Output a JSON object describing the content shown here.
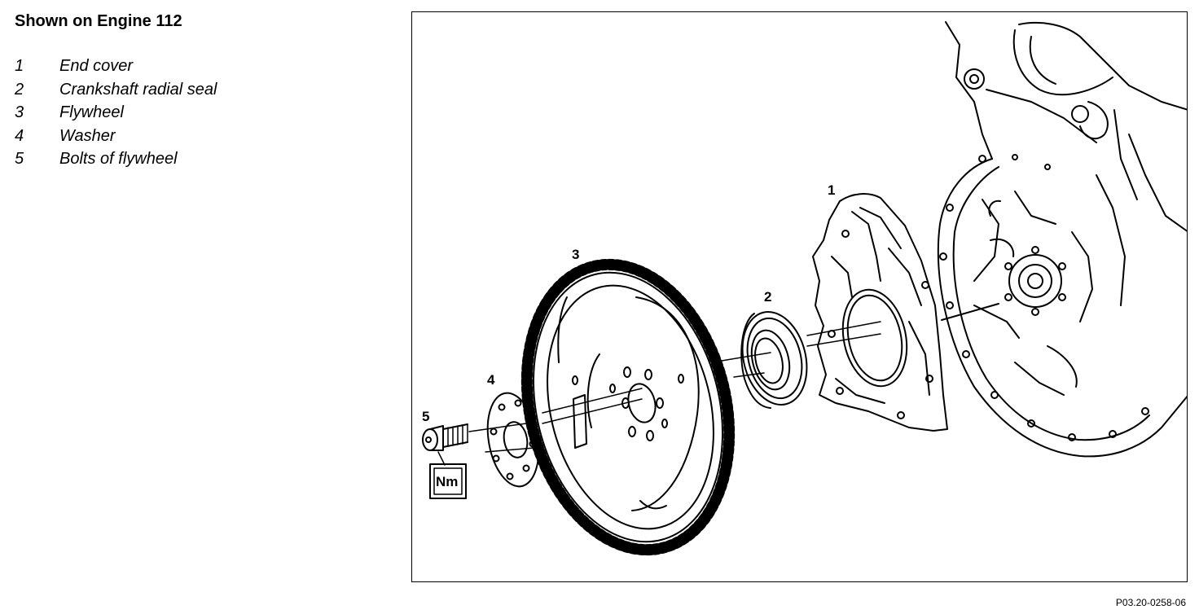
{
  "title": "Shown on Engine 112",
  "legend": [
    {
      "num": "1",
      "text": "End cover"
    },
    {
      "num": "2",
      "text": "Crankshaft radial seal"
    },
    {
      "num": "3",
      "text": "Flywheel"
    },
    {
      "num": "4",
      "text": "Washer"
    },
    {
      "num": "5",
      "text": "Bolts of flywheel"
    }
  ],
  "figure": {
    "callouts": {
      "c1": "1",
      "c2": "2",
      "c3": "3",
      "c4": "4",
      "c5": "5"
    },
    "torque_label": "Nm",
    "code": "P03.20-0258-06"
  }
}
